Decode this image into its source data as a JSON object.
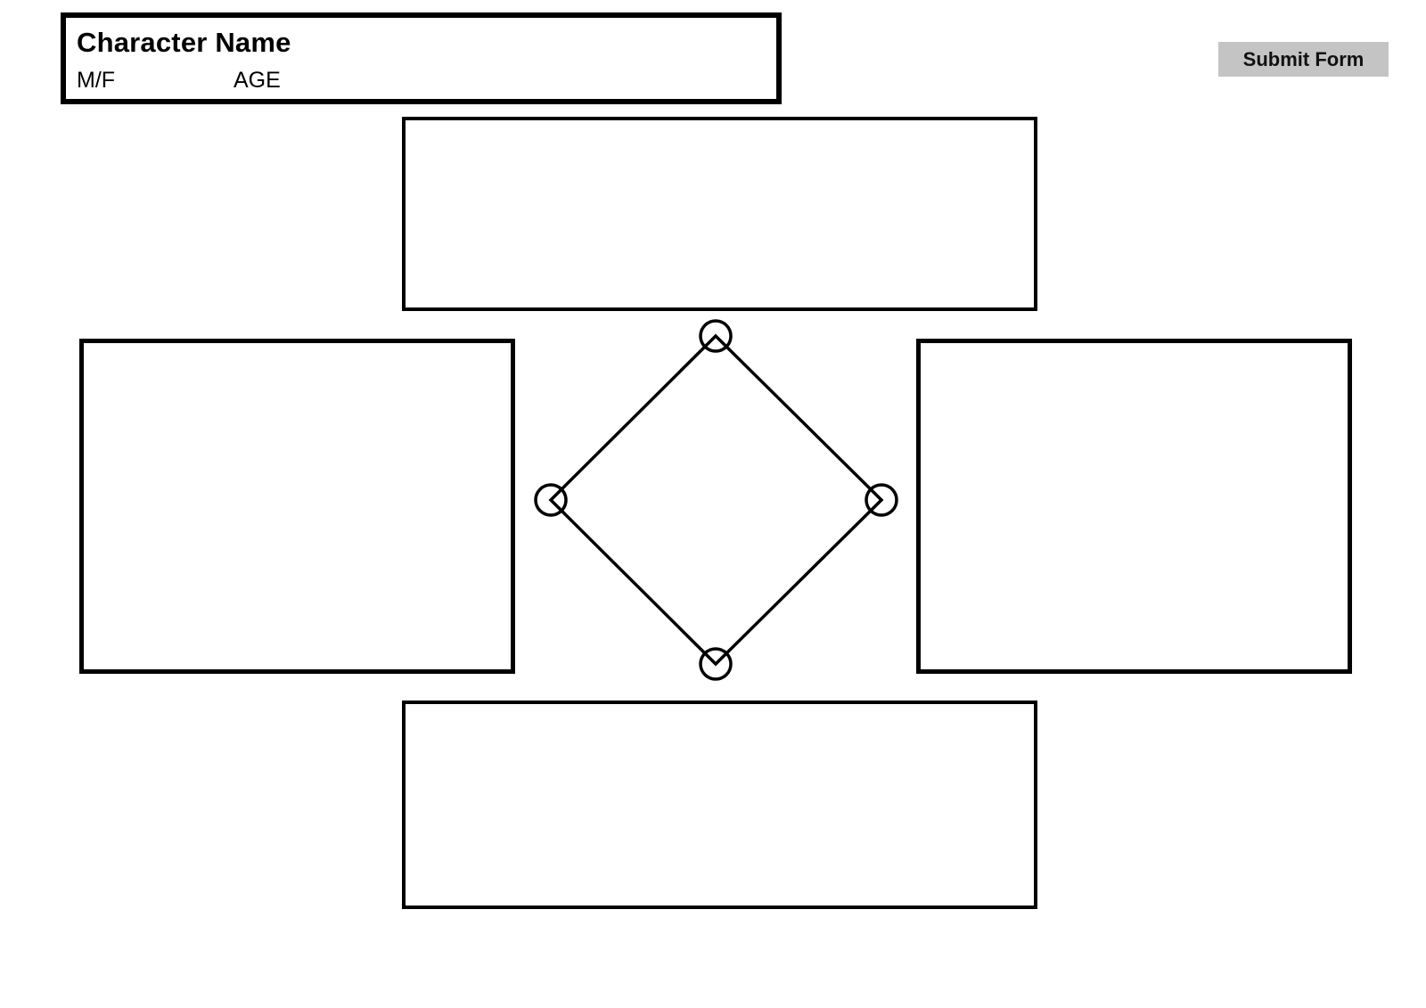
{
  "header": {
    "character_name_label": "Character Name",
    "sex_label": "M/F",
    "age_label": "AGE"
  },
  "toolbar": {
    "submit_label": "Submit Form"
  },
  "colors": {
    "outline": "#000000",
    "button_bg": "#c4c4c4",
    "page_bg": "#ffffff"
  },
  "boxes": {
    "top": "",
    "left": "",
    "right": "",
    "bottom": ""
  },
  "diagram": {
    "shape": "diamond",
    "node_count": 4
  }
}
